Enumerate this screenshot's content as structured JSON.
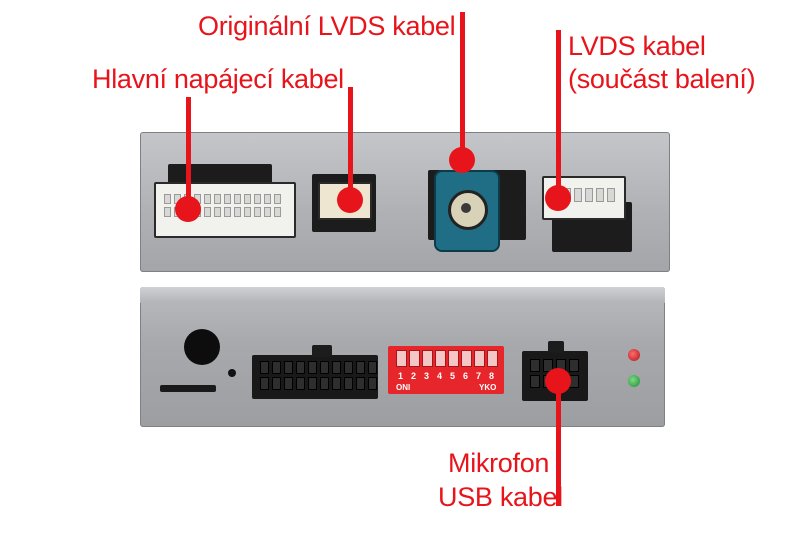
{
  "labels": {
    "original_lvds": "Originální LVDS kabel",
    "lvds_line1": "LVDS kabel",
    "lvds_line2": "(součást balení)",
    "main_power": "Hlavní napájecí kabel",
    "microphone": "Mikrofon",
    "usb": "USB kabel"
  },
  "dip_switch": {
    "numbers": [
      "1",
      "2",
      "3",
      "4",
      "5",
      "6",
      "7",
      "8"
    ],
    "left_text": "ONI",
    "right_text": "YKO"
  },
  "colors": {
    "callout": "#e8141b",
    "lvds_connector": "#1f6e86",
    "led_red": "#c0151a",
    "led_green": "#2a9a3a"
  }
}
